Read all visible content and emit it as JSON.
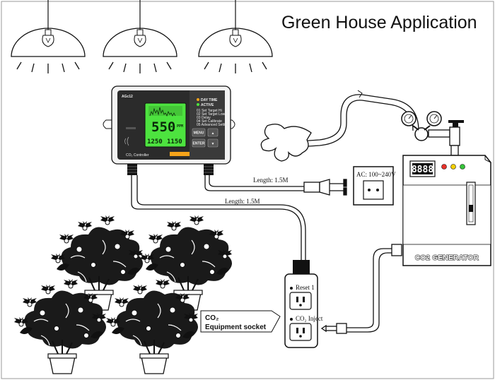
{
  "title": "Green House Application",
  "controller": {
    "model": "AGc12",
    "brand_label": "CO₂ Controller",
    "status_day_time": "DAY TIME",
    "status_active": "ACTIVE",
    "menu_items": [
      "01 Set Target Hi",
      "02 Set Target Low",
      "03 Delay",
      "04 Set Calibrate",
      "05 Advanced Setting"
    ],
    "main_reading": "550",
    "main_unit": "PPM",
    "sub_reading_left": "1250",
    "sub_reading_right": "1150",
    "menu_button": "MENU",
    "enter_button": "ENTER",
    "up_arrow": "▲",
    "down_arrow": "▼"
  },
  "cables": {
    "power_length": "Length: 1.5M",
    "socket_length": "Length: 1.5M"
  },
  "outlet": {
    "label": "AC: 100~240V"
  },
  "generator": {
    "display": "8888",
    "label": "CO2 GENERATOR",
    "leds": [
      "#e8312a",
      "#f5d000",
      "#36c43a"
    ]
  },
  "equipment_socket": {
    "label_line1": "CO₂",
    "label_line2": "Equipment socket",
    "top_outlet_label": "Reset 1",
    "bottom_outlet_label": "CO₂ Inject"
  },
  "lcd_color": "#4de33f"
}
